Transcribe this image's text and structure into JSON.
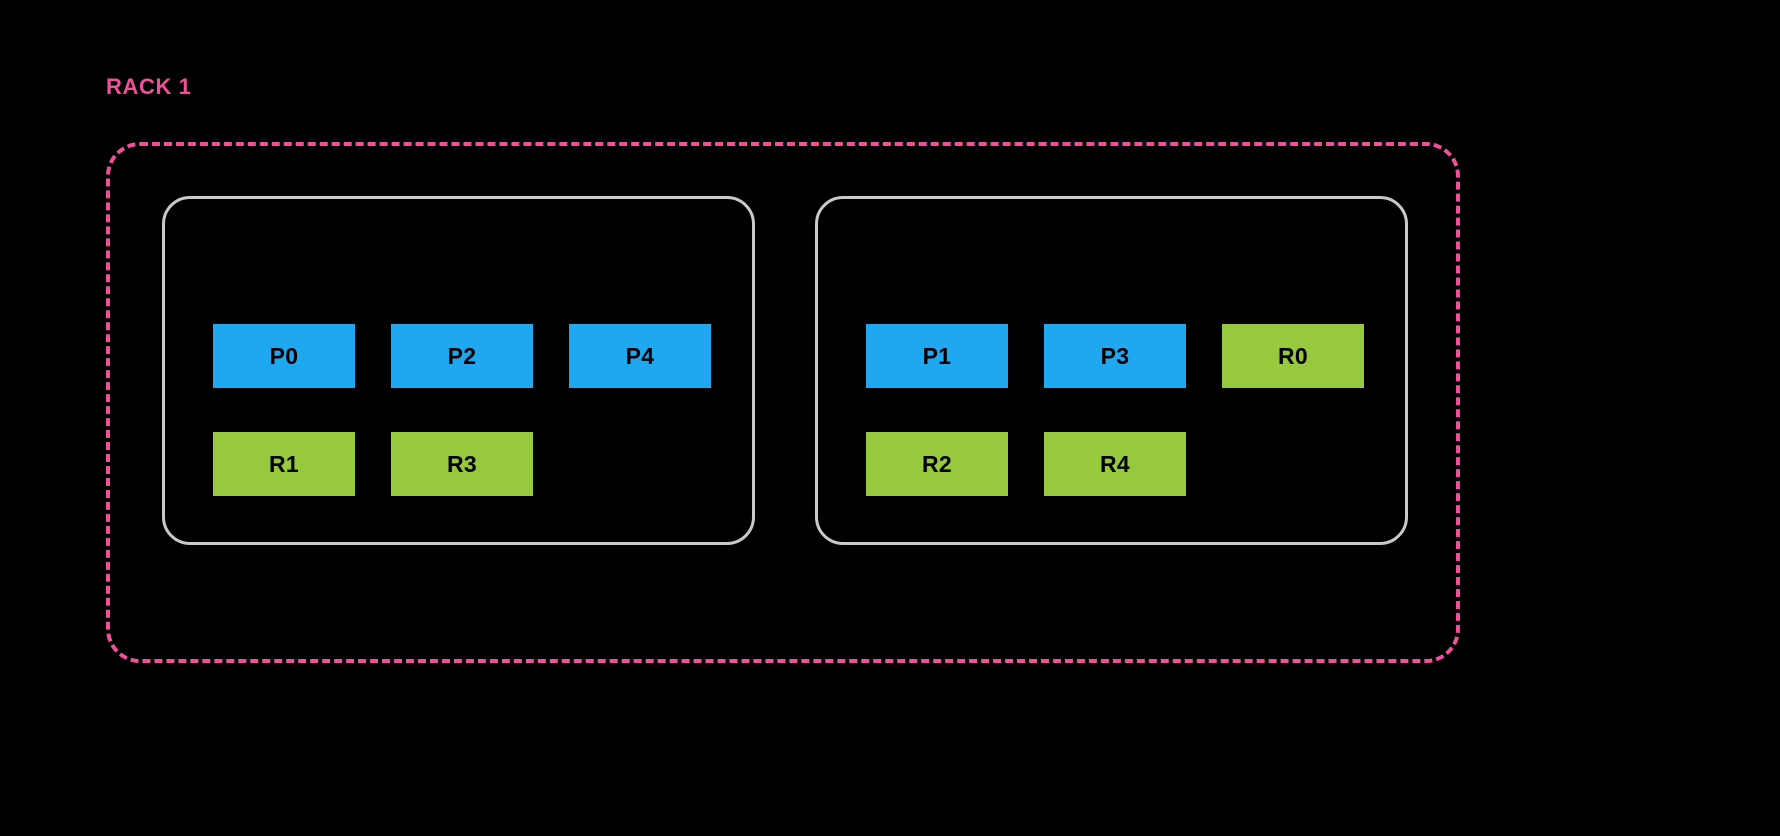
{
  "diagram": {
    "title": "Rack 1 broker partition layout",
    "background_color": "#000000",
    "rack": {
      "label": "RACK 1",
      "label_color": "#F0509A",
      "border_style": "dashed",
      "border_color": "#F0509A"
    },
    "legend_colors": {
      "partition": "#1FA8F0",
      "replica": "#96C93D",
      "broker_border": "#C9C9C9",
      "rack_border": "#F0509A",
      "unit_text": "#000000"
    },
    "brokers": [
      {
        "name": "broker-left",
        "rows": [
          {
            "name": "row-1",
            "units": [
              {
                "label": "P0",
                "kind": "partition"
              },
              {
                "label": "P2",
                "kind": "partition"
              },
              {
                "label": "P4",
                "kind": "partition"
              }
            ]
          },
          {
            "name": "row-2",
            "units": [
              {
                "label": "R1",
                "kind": "replica"
              },
              {
                "label": "R3",
                "kind": "replica"
              }
            ]
          }
        ]
      },
      {
        "name": "broker-right",
        "rows": [
          {
            "name": "row-1",
            "units": [
              {
                "label": "P1",
                "kind": "partition"
              },
              {
                "label": "P3",
                "kind": "partition"
              },
              {
                "label": "R0",
                "kind": "replica"
              }
            ]
          },
          {
            "name": "row-2",
            "units": [
              {
                "label": "R2",
                "kind": "replica"
              },
              {
                "label": "R4",
                "kind": "replica"
              }
            ]
          }
        ]
      }
    ]
  }
}
